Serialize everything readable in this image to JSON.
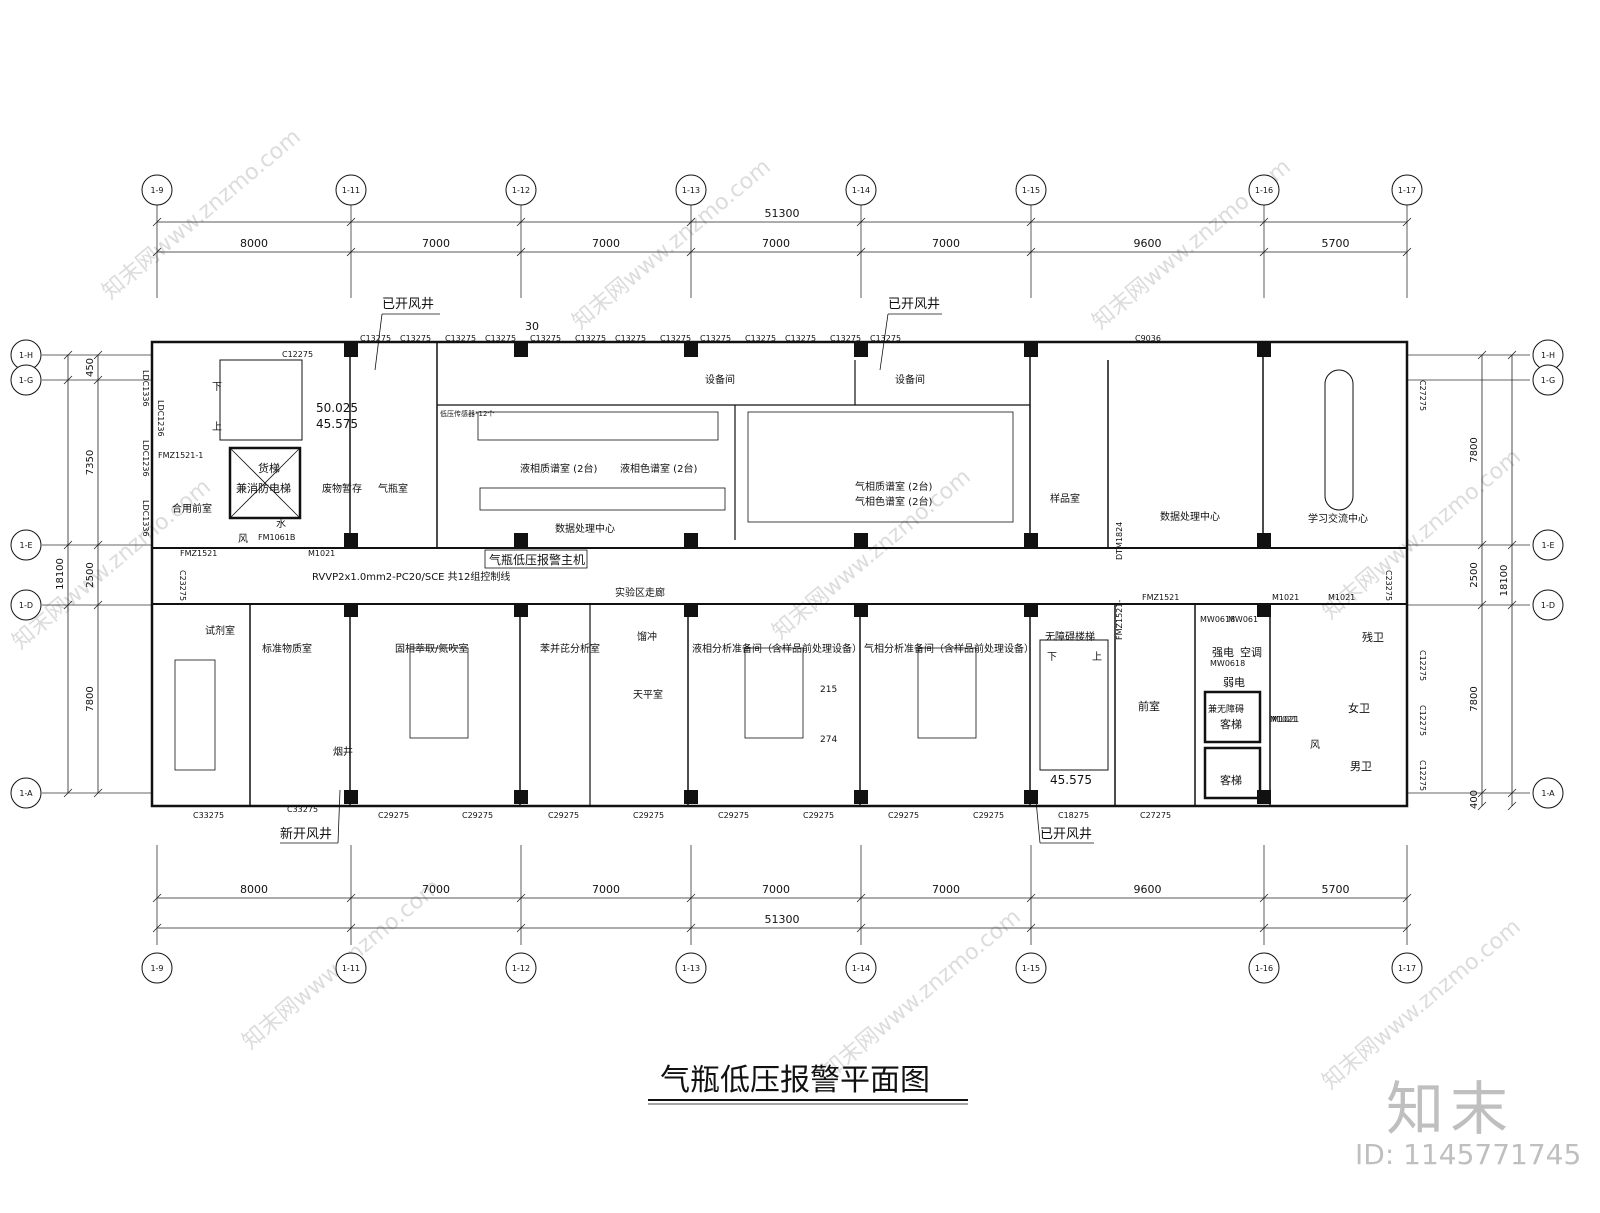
{
  "title": "气瓶低压报警平面图",
  "watermark": {
    "brand": "知末",
    "id_text": "ID: 1145771745",
    "repeat_text": "知末网www.znzmo.com"
  },
  "axes": {
    "columns": [
      "1-9",
      "1-11",
      "1-12",
      "1-13",
      "1-14",
      "1-15",
      "1-16",
      "1-17"
    ],
    "rows": [
      "1-H",
      "1-G",
      "1-E",
      "1-D",
      "1-A"
    ]
  },
  "dimensions": {
    "top_total": "51300",
    "top_spans": [
      "8000",
      "7000",
      "7000",
      "7000",
      "7000",
      "9600",
      "5700"
    ],
    "bottom_total": "51300",
    "bottom_spans": [
      "8000",
      "7000",
      "7000",
      "7000",
      "7000",
      "9600",
      "5700"
    ],
    "left_total": "18100",
    "left_spans": [
      "450",
      "7350",
      "2500",
      "7800"
    ],
    "right_total": "18100",
    "right_spans": [
      "7800",
      "2500",
      "7800",
      "400"
    ],
    "mark_30": "30"
  },
  "shaft_labels": {
    "top_a": "已开风井",
    "top_b": "已开风井",
    "bottom_new": "新开风井",
    "bottom_old": "已开风井"
  },
  "rooms": {
    "north": [
      "设备间",
      "设备间",
      "液相质谱室 (2台)",
      "液相色谱室 (2台)",
      "气相质谱室 (2台)",
      "气相色谱室 (2台)",
      "数据处理中心",
      "样品室",
      "数据处理中心",
      "学习交流中心",
      "气瓶室",
      "废物暂存",
      "合用前室",
      "货梯",
      "兼消防电梯",
      "水",
      "风"
    ],
    "corridor": "实验区走廊",
    "south": [
      "试剂室",
      "标准物质室",
      "固相萃取/氮吹室",
      "苯并芘分析室",
      "馏冲",
      "天平室",
      "液相分析准备间（含样品前处理设备）",
      "气相分析准备间（含样品前处理设备）",
      "无障碍楼梯",
      "前室",
      "强电",
      "空调",
      "弱电",
      "残卫",
      "女卫",
      "男卫",
      "客梯",
      "客梯",
      "兼无障碍",
      "烟井",
      "风"
    ]
  },
  "tags": {
    "windows_top": [
      "C12275",
      "C13275",
      "C13275",
      "C13275",
      "C13275",
      "C13275",
      "C13275",
      "C13275",
      "C13275",
      "C13275",
      "C13275",
      "C13275",
      "C13275",
      "C13275",
      "C9036"
    ],
    "windows_bottom": [
      "C33275",
      "C33275",
      "C29275",
      "C29275",
      "C29275",
      "C29275",
      "C29275",
      "C29275",
      "C29275",
      "C29275",
      "C18275",
      "C27275"
    ],
    "side": [
      "LDC1336",
      "LDC1236",
      "LDC1236",
      "LDC1336",
      "C23275",
      "C23275",
      "C27275",
      "C12275",
      "C12275",
      "C12275"
    ],
    "doors": [
      "FMZ1521-1",
      "FMZ1521",
      "FM1061B",
      "M1021",
      "DTM1824",
      "FMZ1521",
      "FMZ1521-",
      "M1021",
      "M1021",
      "M1021",
      "MW0618",
      "MW061",
      "MW0618",
      "M1021"
    ],
    "elevations": [
      "50.025",
      "45.575",
      "45.575"
    ],
    "misc": [
      "低压传感器*12个",
      "215",
      "274",
      "下",
      "上",
      "下",
      "上"
    ]
  },
  "annotations": {
    "cable": "RVVP2x1.0mm2-PC20/SCE  共12组控制线",
    "alarm_host": "气瓶低压报警主机"
  }
}
